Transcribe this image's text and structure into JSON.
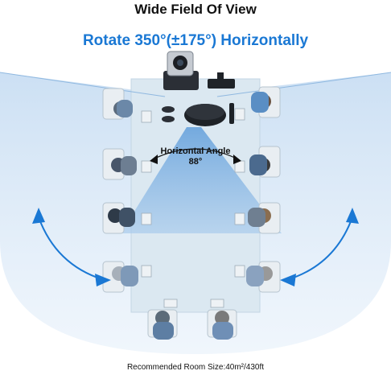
{
  "heading": "Wide Field Of View",
  "subheading": "Rotate 350°(±175°) Horizontally",
  "angle_label_line1": "Horizontal Angle",
  "angle_label_line2": "88°",
  "footer": "Recommended Room Size:40m²/430ft",
  "colors": {
    "accent": "#1a78d4",
    "fov_fill": "#b9d4ef",
    "beam_fill": "#7fb2e3",
    "table": "#d7e4ee",
    "arrow": "#1a78d4"
  },
  "icons": [
    "ptz-camera-icon",
    "speakerphone-icon",
    "remote-control-icon",
    "soundbar-icon",
    "person-icon"
  ]
}
